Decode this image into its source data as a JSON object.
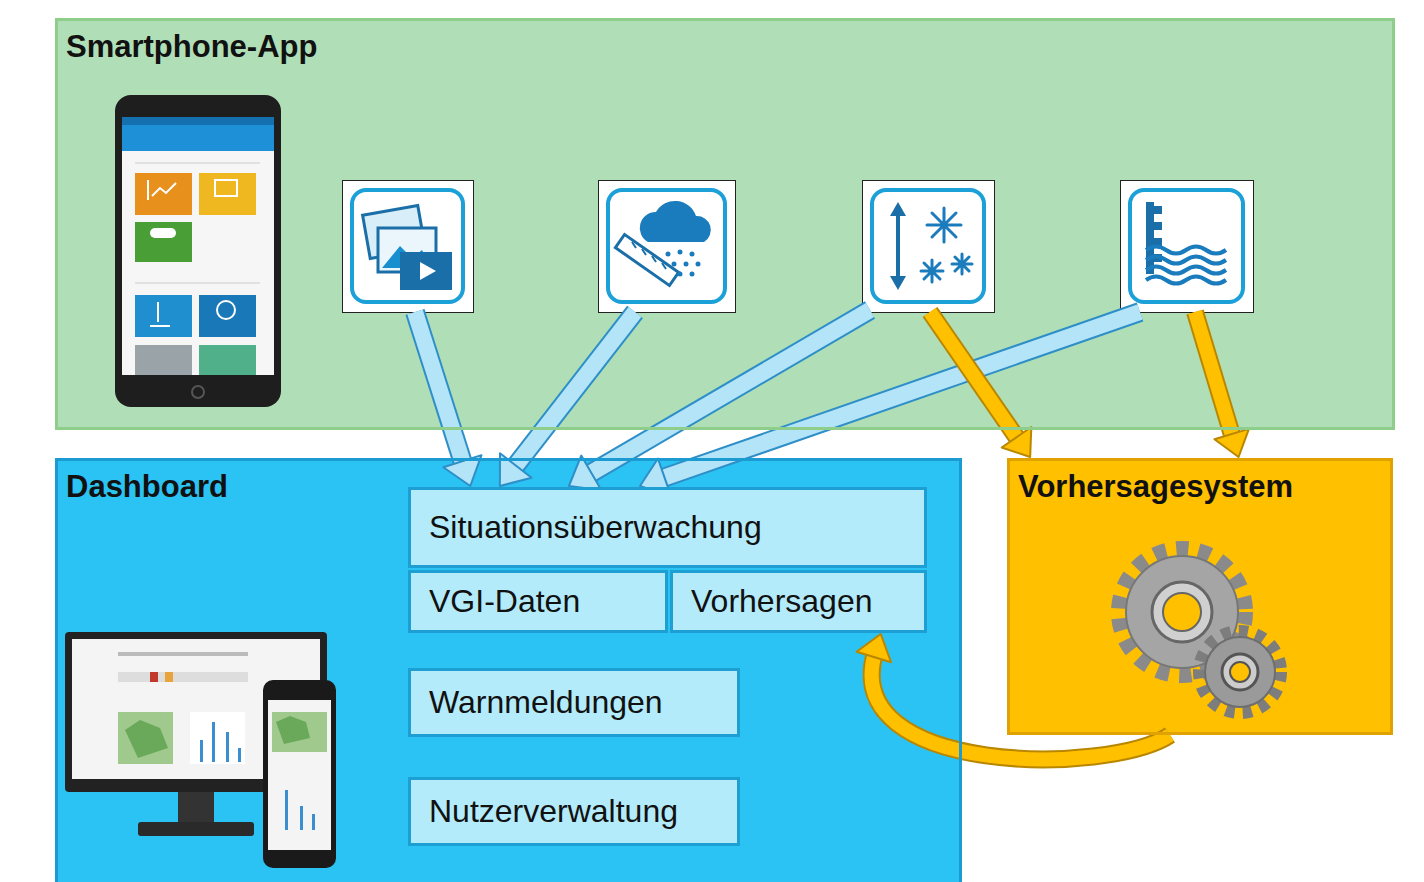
{
  "diagram": {
    "nodes": [
      {
        "text": [
          "Smartphone-App"
        ]
      },
      {
        "text": [
          "Dashboard"
        ]
      },
      {
        "text": [
          "Situationsüberwachung"
        ],
        "in": 1
      },
      {
        "text": [
          "VGI-Daten"
        ],
        "in": 1
      },
      {
        "text": [
          "Vorhersagen"
        ],
        "in": 1
      },
      {
        "text": [
          "Warnmeldungen"
        ],
        "in": 1
      },
      {
        "text": [
          "Nutzerverwaltung"
        ],
        "in": 1
      },
      {
        "text": [
          "Vorhersagesystem"
        ]
      }
    ],
    "edges": [
      {
        "from": 0,
        "to": 2,
        "arrow": "to"
      },
      {
        "from": 0,
        "to": 2,
        "arrow": "to"
      },
      {
        "from": 0,
        "to": 2,
        "arrow": "to"
      },
      {
        "from": 0,
        "to": 2,
        "arrow": "to"
      },
      {
        "from": 0,
        "to": 7,
        "arrow": "to"
      },
      {
        "from": 0,
        "to": 7,
        "arrow": "to"
      },
      {
        "from": 7,
        "to": 4,
        "arrow": "to"
      }
    ]
  }
}
